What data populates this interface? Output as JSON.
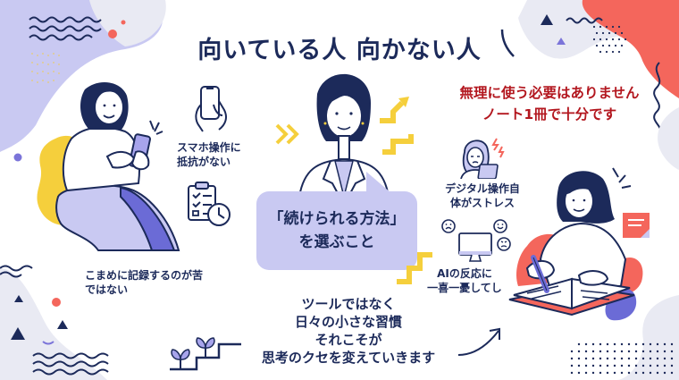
{
  "title": "向いている人 向かない人",
  "note": {
    "line1": "無理に使う必要はありません",
    "line2": "ノート1冊で十分です",
    "color": "#b3171f"
  },
  "suited": {
    "smartphone": {
      "line1": "スマホ操作に",
      "line2": "抵抗がない",
      "icon": "hand-smartphone-icon"
    },
    "recording": {
      "line1": "こまめに記録するのが苦",
      "line2": "ではない",
      "icon": "checklist-clock-icon"
    }
  },
  "unsuited": {
    "digital_stress": {
      "line1": "デジタル操作自",
      "line2": "体がストレス",
      "icon": "stressed-woman-icon"
    },
    "ai_reaction": {
      "line1": "AIの反応に",
      "line2": "一喜一憂してし",
      "icon": "monitor-emotions-icon"
    }
  },
  "center_bubble": {
    "line1": "「続けられる方法」",
    "line2": "を選ぶこと"
  },
  "bottom_message": {
    "lines": [
      "ツールではなく",
      "日々の小さな習慣",
      "それこそが",
      "思考のクセを変えていきます"
    ]
  },
  "colors": {
    "navy": "#1c2a5a",
    "lavender": "#c9c9f2",
    "periwinkle": "#6b6bd6",
    "yellow": "#f5cf3c",
    "coral": "#f4665c",
    "pale_gray": "#e9eaf3"
  }
}
